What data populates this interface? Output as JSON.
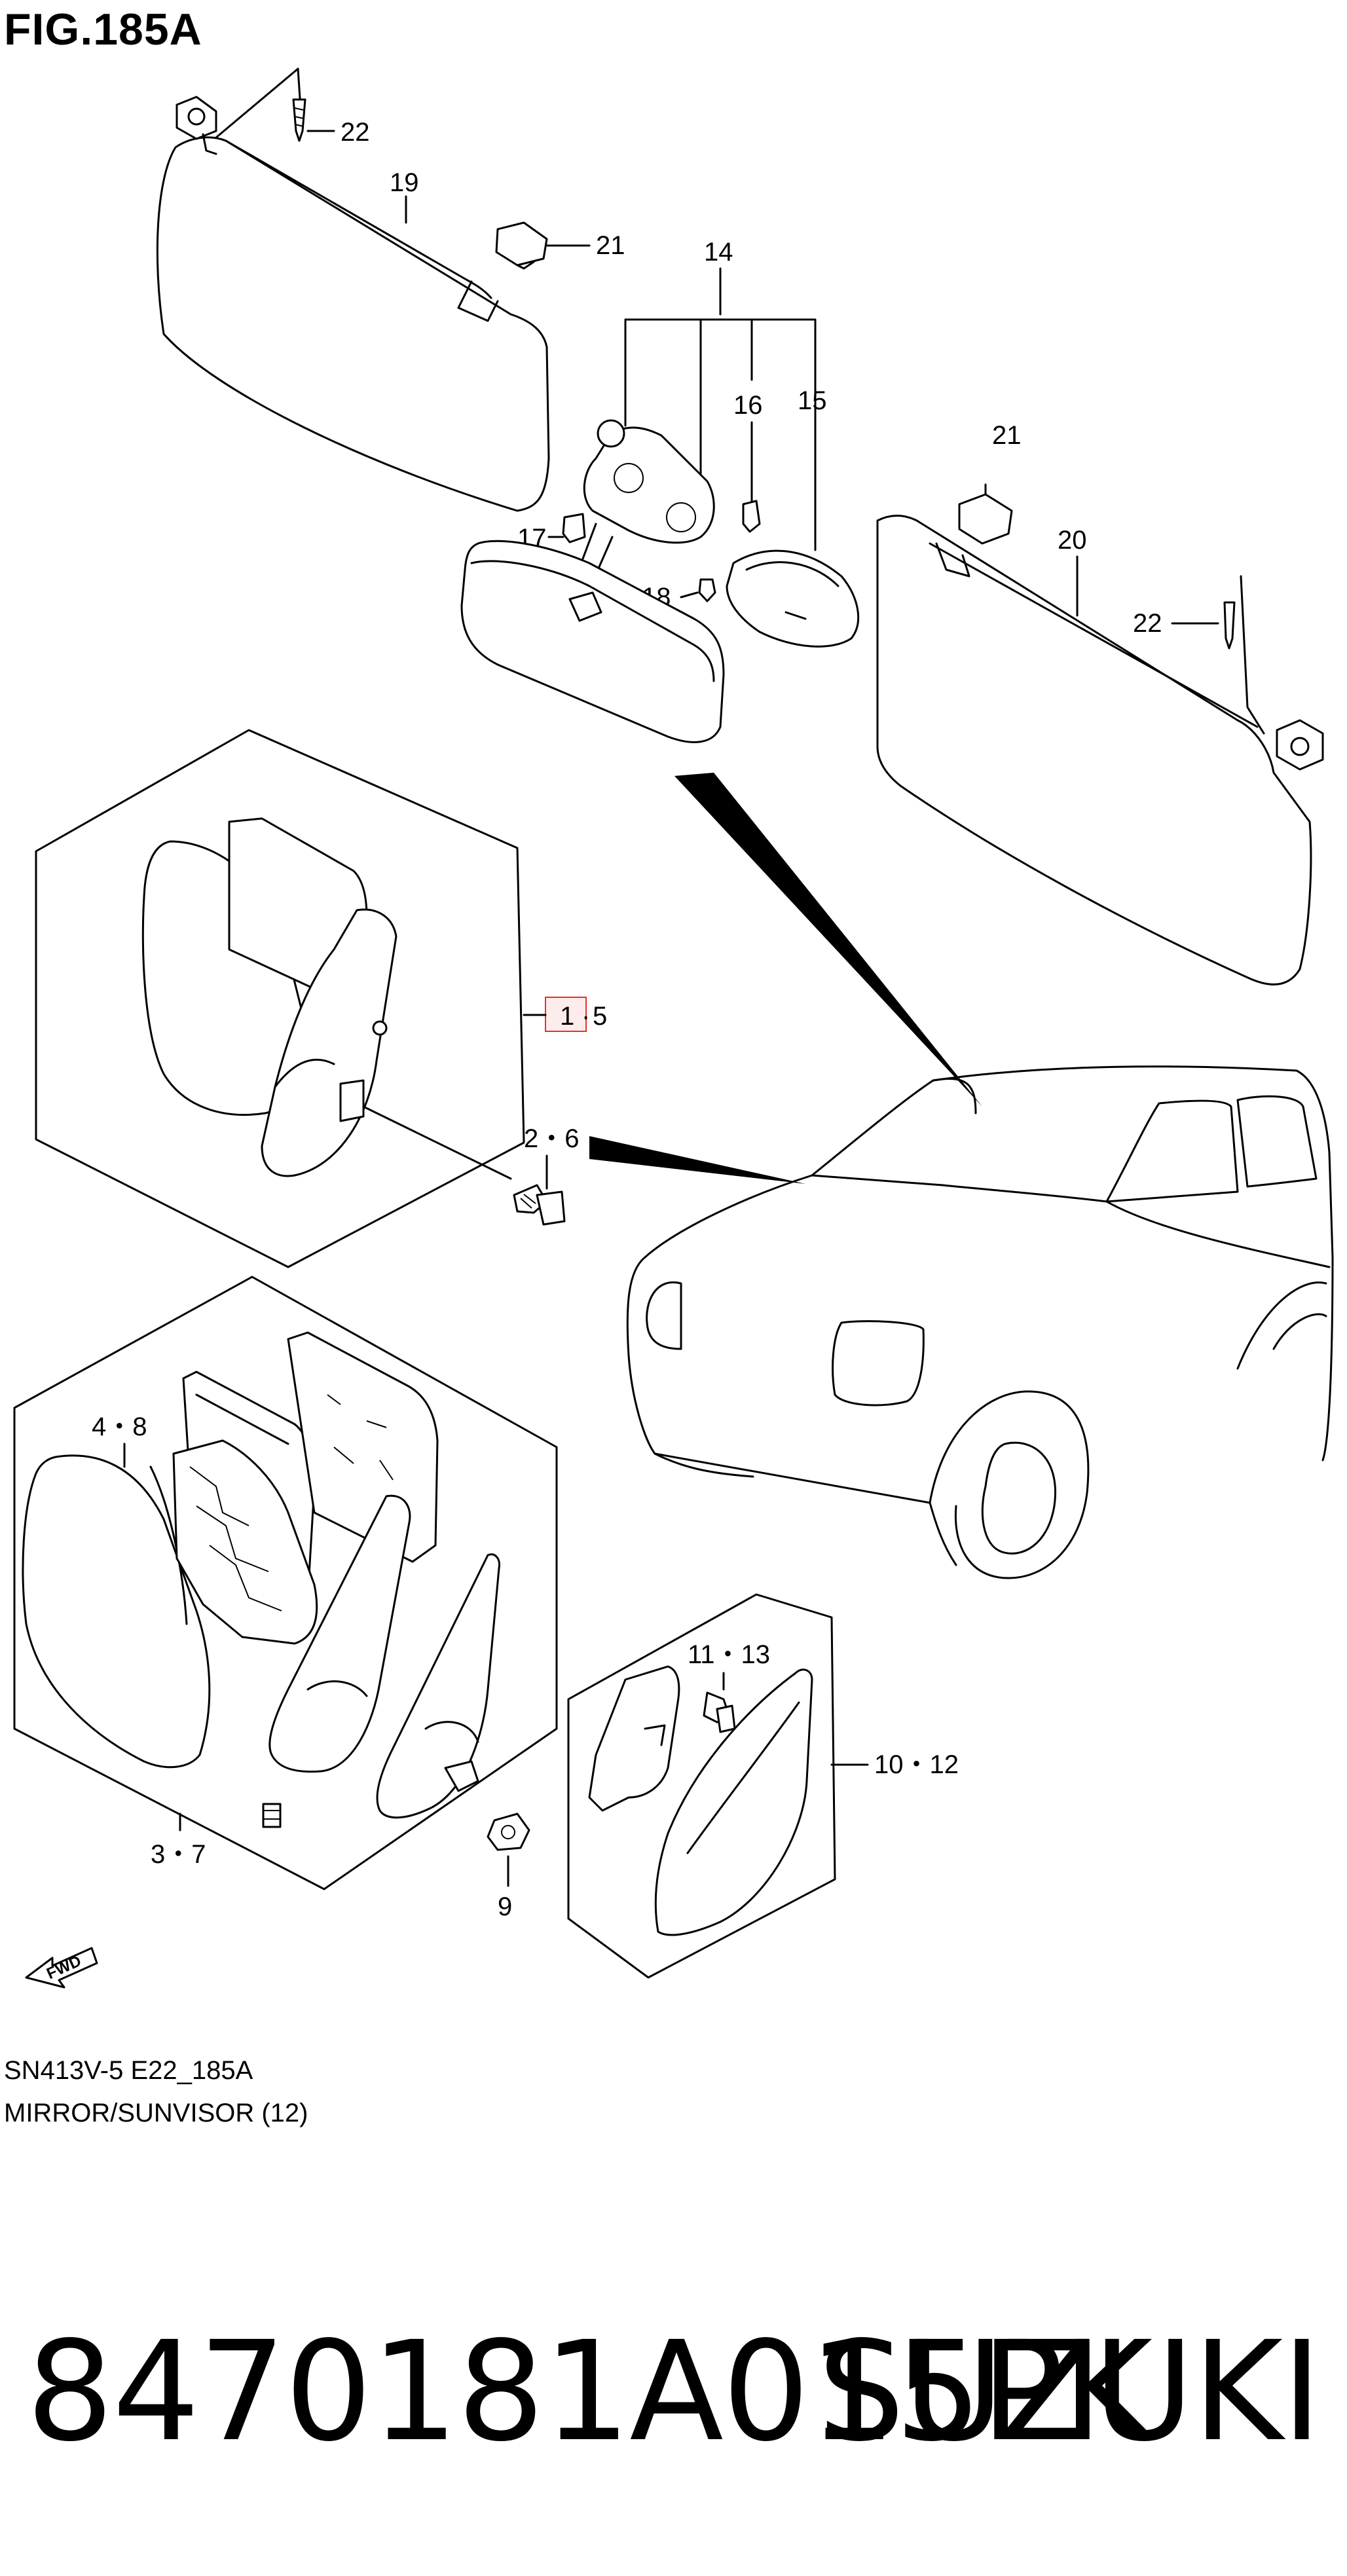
{
  "figure": {
    "title": "FIG.185A",
    "code": "SN413V-5 E22_185A",
    "name": "MIRROR/SUNVISOR (12)"
  },
  "callouts": {
    "c22a": "22",
    "c19": "19",
    "c21a": "21",
    "c14": "14",
    "c16": "16",
    "c15": "15",
    "c17": "17",
    "c18": "18",
    "c21b": "21",
    "c20": "20",
    "c22b": "22",
    "c1_5_a": "1",
    "c1_5_b": "5",
    "c2_6": "2・6",
    "c4_8": "4・8",
    "c3_7": "3・7",
    "c9": "9",
    "c11_13": "11・13",
    "c10_12": "10・12"
  },
  "direction_label": "FWD",
  "highlight_color": "#e8302a",
  "part_number": "8470181A015PK",
  "brand": "SUZUKI"
}
